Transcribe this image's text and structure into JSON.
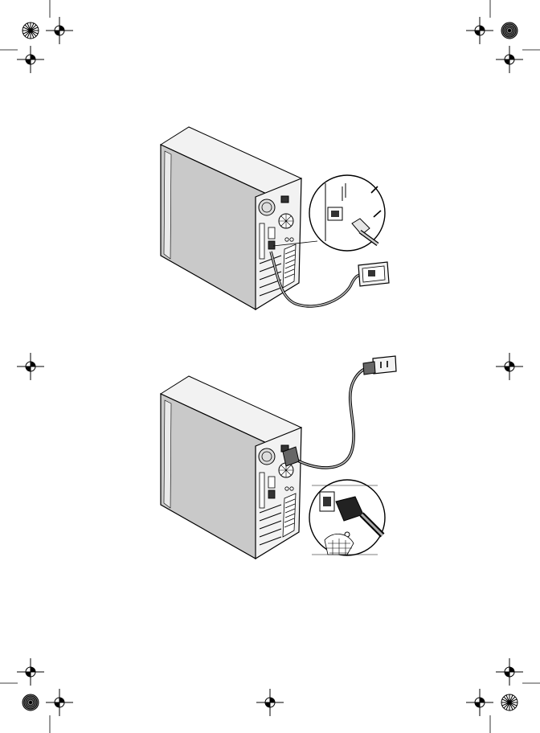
{
  "page": {
    "kind": "printed manual page with crop marks",
    "background_color": "#ffffff",
    "ink_color": "#000000",
    "case_side_color": "#c9c9c9",
    "case_back_color": "#f2f2f2"
  },
  "illustrations": [
    {
      "name": "network-cable-connection",
      "description_icon": "ethernet-cable-icon",
      "shows": [
        "tower-computer",
        "rear-ports",
        "network-port-closeup",
        "wall-network-jack"
      ]
    },
    {
      "name": "power-cable-connection",
      "description_icon": "power-cord-icon",
      "shows": [
        "tower-computer",
        "power-inlet",
        "power-inlet-closeup",
        "wall-power-outlet"
      ]
    }
  ],
  "crop_marks": {
    "registration_icon": "registration-crosshair-icon",
    "color_target_icons": [
      "color-target-top-left",
      "color-target-top-right",
      "color-target-bottom-left",
      "color-target-bottom-right"
    ]
  }
}
